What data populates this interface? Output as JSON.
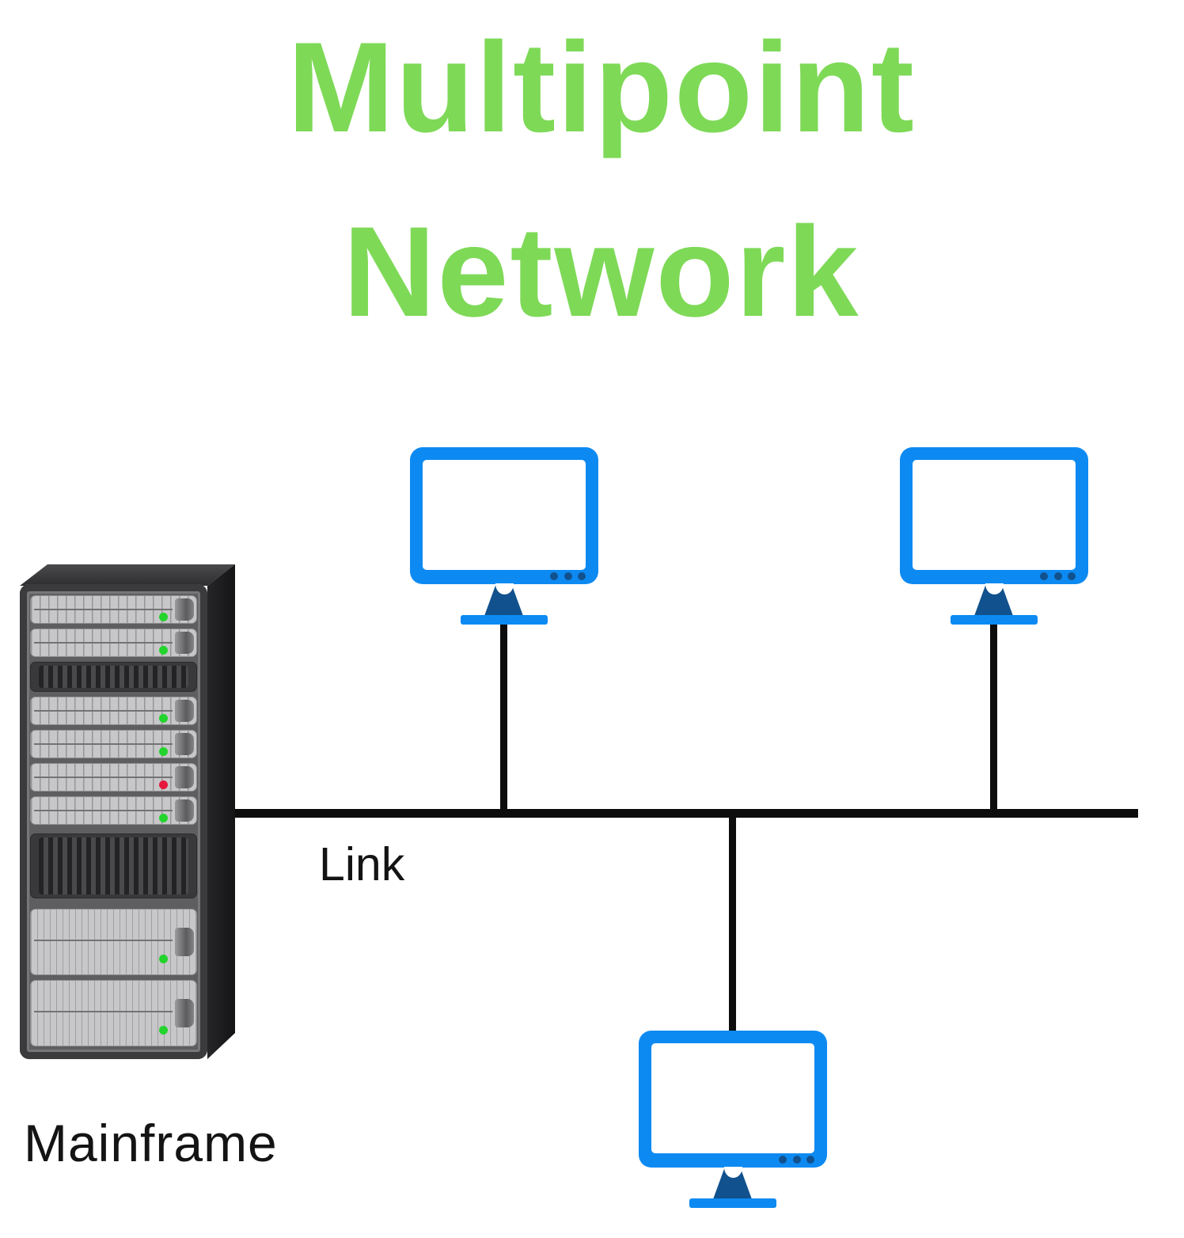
{
  "title": {
    "line1": "Multipoint",
    "line2": "Network"
  },
  "labels": {
    "link": "Link",
    "mainframe": "Mainframe"
  },
  "colors": {
    "title_green": "#7ed957",
    "monitor_blue": "#0d8af2",
    "monitor_navy": "#11518d",
    "line_black": "#0d0d0d",
    "led_green": "#22d42c",
    "led_red": "#e6173c"
  },
  "diagram": {
    "type": "network-topology",
    "link_label": "Link",
    "nodes": [
      {
        "id": "mainframe",
        "label": "Mainframe",
        "icon": "server-rack-icon"
      },
      {
        "id": "workstation-top-left",
        "label": "",
        "icon": "desktop-monitor-icon"
      },
      {
        "id": "workstation-top-right",
        "label": "",
        "icon": "desktop-monitor-icon"
      },
      {
        "id": "workstation-bottom",
        "label": "",
        "icon": "desktop-monitor-icon"
      }
    ]
  },
  "server": {
    "units": [
      {
        "type": "slot",
        "led": "green"
      },
      {
        "type": "slot",
        "led": "green"
      },
      {
        "type": "vent"
      },
      {
        "type": "slot",
        "led": "green"
      },
      {
        "type": "slot",
        "led": "green"
      },
      {
        "type": "slot",
        "led": "red"
      },
      {
        "type": "slot",
        "led": "green"
      },
      {
        "type": "vent-tall"
      },
      {
        "type": "slot-tall",
        "led": "green"
      },
      {
        "type": "slot-tall",
        "led": "green"
      }
    ]
  }
}
